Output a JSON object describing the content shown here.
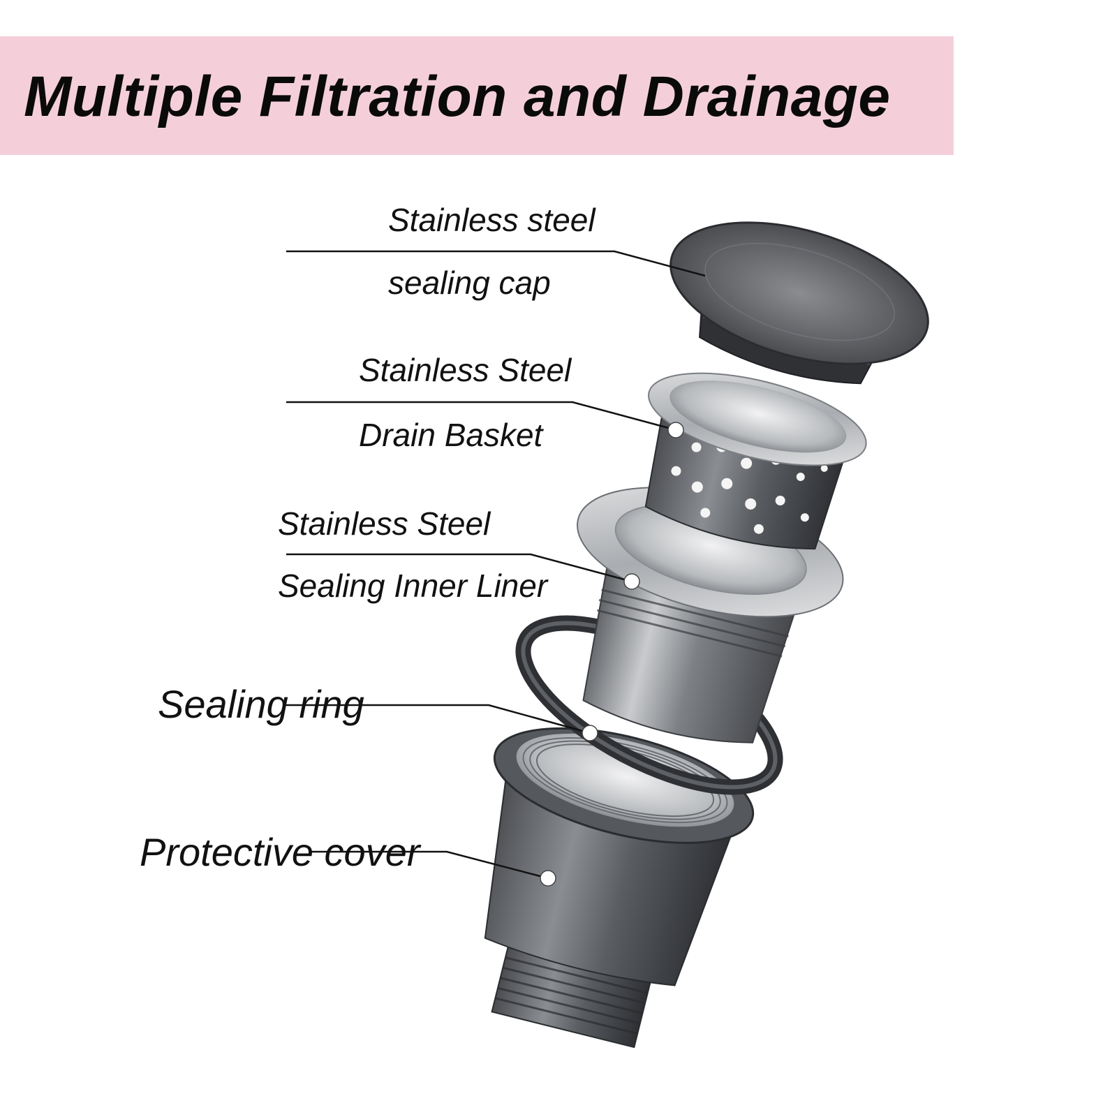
{
  "title": "Multiple Filtration and Drainage",
  "colors": {
    "banner": "#f4cfd9",
    "metal_dark": "#3d3f43",
    "metal_mid": "#6c6f74",
    "metal_light": "#d9dbdd",
    "leader": "#111111"
  },
  "components": [
    {
      "id": "cap",
      "line1": "Stainless steel",
      "line2": "sealing cap"
    },
    {
      "id": "basket",
      "line1": "Stainless Steel",
      "line2": "Drain Basket"
    },
    {
      "id": "liner",
      "line1": "Stainless Steel",
      "line2": "Sealing Inner Liner"
    },
    {
      "id": "ring",
      "line1": "Sealing ring"
    },
    {
      "id": "cover",
      "line1": "Protective cover"
    }
  ]
}
